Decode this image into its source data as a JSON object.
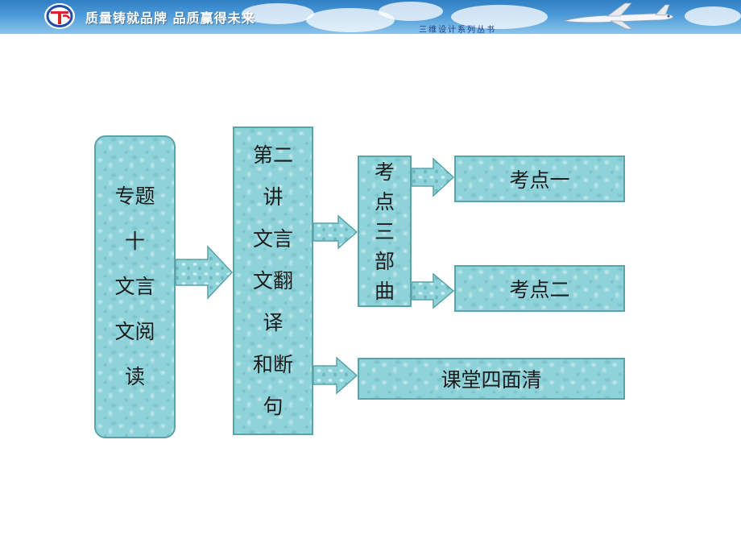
{
  "header": {
    "slogan": "质量铸就品牌 品质赢得未来",
    "series_label": "三维设计系列丛书",
    "brand_color": "#3a8bd0"
  },
  "diagram": {
    "box_fill_color": "#8fd3da",
    "arrow_fill_color": "#8fd3da",
    "main_topic_lines": [
      "专题",
      "十",
      "文言",
      "文阅",
      "读"
    ],
    "lecture_lines": [
      "第二",
      "讲",
      "文言",
      "文翻",
      "译",
      "和断",
      "句"
    ],
    "steps_lines": [
      "考",
      "点",
      "三",
      "部",
      "曲"
    ],
    "point_one": "考点一",
    "point_two": "考点二",
    "class_review": "课堂四面清"
  }
}
